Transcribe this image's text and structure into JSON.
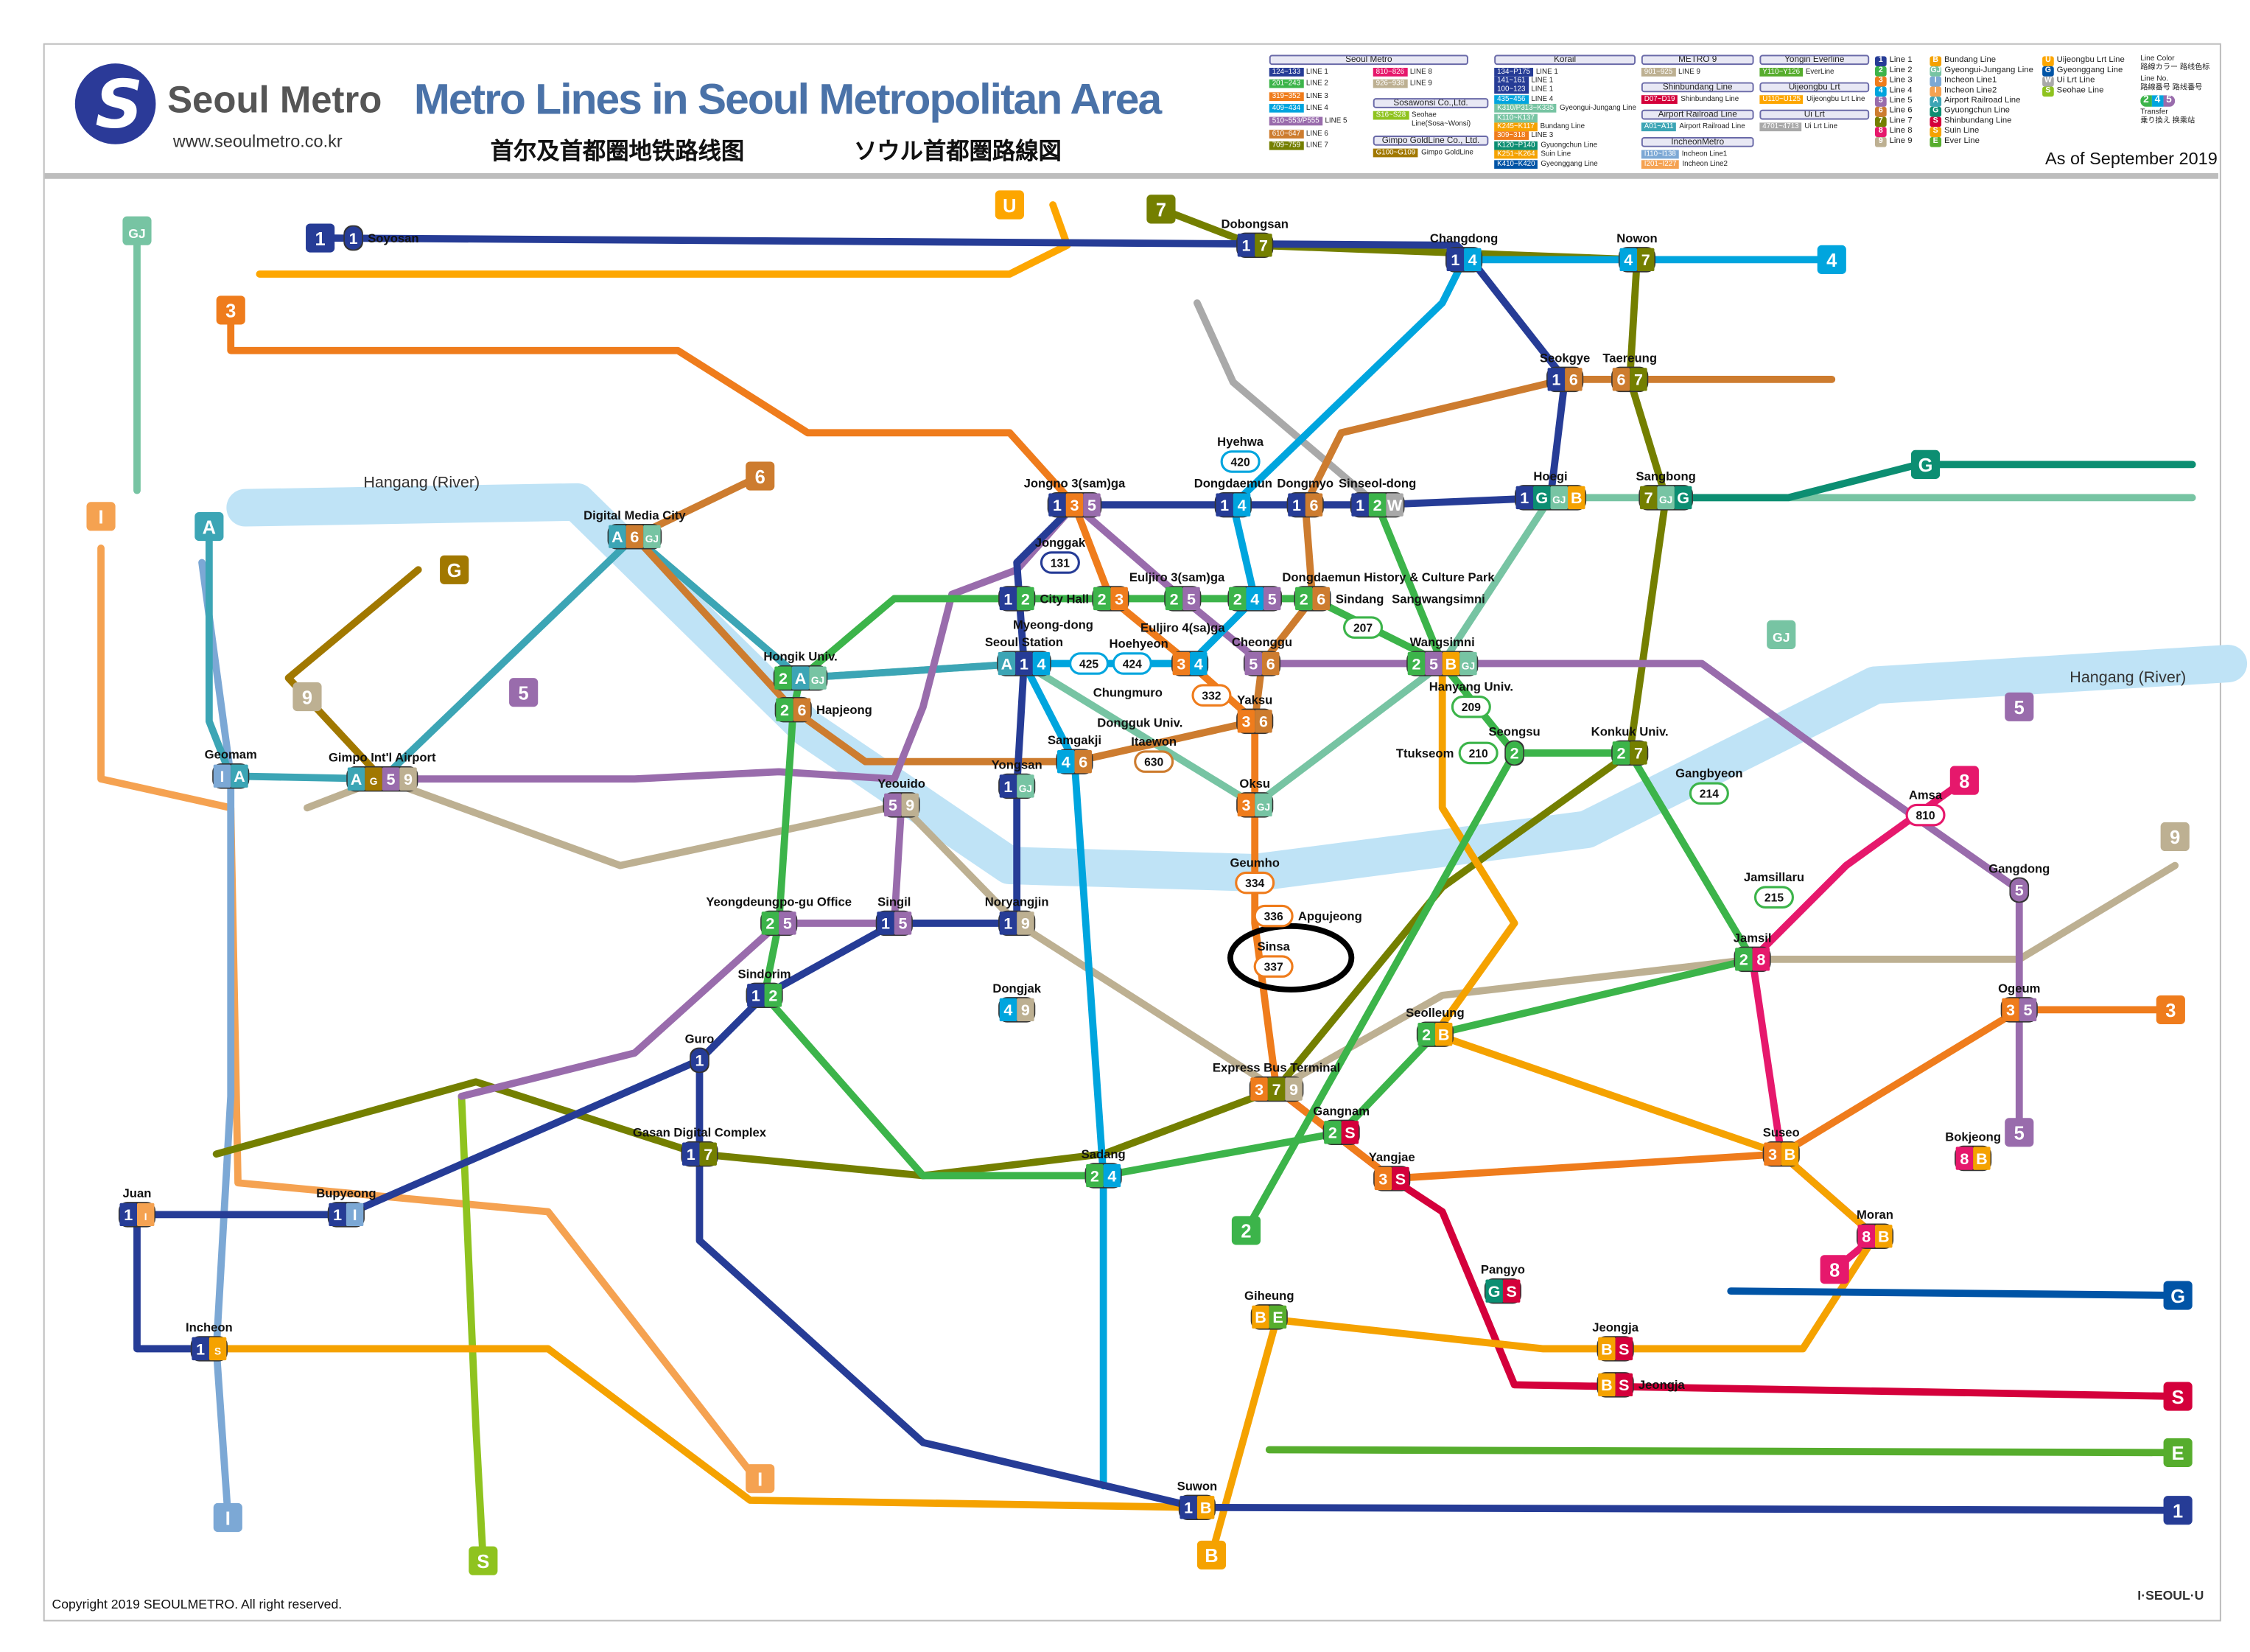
{
  "header": {
    "brand": "Seoul Metro",
    "url": "www.seoulmetro.co.kr",
    "title": "Metro Lines in Seoul Metropolitan Area",
    "subtitle_zh": "首尔及首都圈地铁路线图",
    "subtitle_ja": "ソウル首都圏路線図",
    "as_of": "As of September 2019"
  },
  "footer": {
    "copyright": "Copyright 2019 SEOULMETRO. All right reserved.",
    "slogan": "I·SEOUL·U"
  },
  "colors": {
    "1": "#263c96",
    "2": "#3cb44a",
    "3": "#ef7c1c",
    "4": "#00a5de",
    "5": "#996cac",
    "6": "#cd7c2f",
    "7": "#747f00",
    "8": "#e6186c",
    "9": "#bdb092",
    "A": "#3ca5b5",
    "GJ": "#77c4a3",
    "B": "#f5a200",
    "S": "#d4003b",
    "I": "#7ca8d5",
    "I2": "#f5a251",
    "G": "#0c8e72",
    "K": "#0054a6",
    "U": "#fda600",
    "E": "#56ad2d",
    "W": "#a9a9a9",
    "SH": "#8fc31f",
    "GM": "#a17800",
    "SU": "#f5a200",
    "river": "#bfe3f6"
  },
  "legend": {
    "operators": [
      {
        "name": "Seoul Metro",
        "rows": [
          {
            "range": "124~133",
            "line": "LINE 1",
            "key": "1"
          },
          {
            "range": "201~243",
            "line": "LINE 2",
            "key": "2"
          },
          {
            "range": "319~352",
            "line": "LINE 3",
            "key": "3"
          },
          {
            "range": "409~434",
            "line": "LINE 4",
            "key": "4"
          },
          {
            "range": "510~553/P555",
            "line": "LINE 5",
            "key": "5"
          },
          {
            "range": "610~647",
            "line": "LINE 6",
            "key": "6"
          },
          {
            "range": "709~759",
            "line": "LINE 7",
            "key": "7"
          },
          {
            "range": "810~826",
            "line": "LINE 8",
            "key": "8"
          },
          {
            "range": "926~938",
            "line": "LINE 9",
            "key": "9"
          }
        ]
      },
      {
        "name": "Sosawonsi Co.,Ltd.",
        "rows": [
          {
            "range": "S16~S28",
            "line": "Seohae Line(Sosa~Wonsi)",
            "key": "SH"
          }
        ]
      },
      {
        "name": "Gimpo GoldLine Co., Ltd.",
        "rows": [
          {
            "range": "G100~G109",
            "line": "Gimpo GoldLine",
            "key": "GM"
          }
        ]
      },
      {
        "name": "Korail",
        "rows": [
          {
            "range": "134~P175",
            "line": "LINE 1",
            "key": "1"
          },
          {
            "range": "141~161",
            "line": "LINE 1",
            "key": "1"
          },
          {
            "range": "100~123",
            "line": "LINE 1",
            "key": "1"
          },
          {
            "range": "435~456",
            "line": "LINE 4",
            "key": "4"
          },
          {
            "range": "K310/P313~K335",
            "line": "Gyeongui-Jungang Line",
            "key": "GJ"
          },
          {
            "range": "K110~K137",
            "line": "",
            "key": "GJ"
          },
          {
            "range": "K245~K117",
            "line": "Bundang Line",
            "key": "B"
          },
          {
            "range": "309~318",
            "line": "LINE 3",
            "key": "3"
          },
          {
            "range": "K120~P140",
            "line": "Gyuongchun Line",
            "key": "G"
          },
          {
            "range": "K251~K264",
            "line": "Suin Line",
            "key": "SU"
          },
          {
            "range": "K410~K420",
            "line": "Gyeonggang Line",
            "key": "K"
          }
        ]
      },
      {
        "name": "METRO 9",
        "rows": [
          {
            "range": "901~925",
            "line": "LINE 9",
            "key": "9"
          }
        ]
      },
      {
        "name": "Shinbundang Line",
        "rows": [
          {
            "range": "D07~D19",
            "line": "Shinbundang Line",
            "key": "S"
          }
        ]
      },
      {
        "name": "Airport Railroad Line",
        "rows": [
          {
            "range": "A01~A11",
            "line": "Airport Railroad Line",
            "key": "A"
          }
        ]
      },
      {
        "name": "IncheonMetro",
        "rows": [
          {
            "range": "I110~I138",
            "line": "Incheon Line1",
            "key": "I"
          },
          {
            "range": "I201~I227",
            "line": "Incheon Line2",
            "key": "I2"
          }
        ]
      },
      {
        "name": "Yongin Everline",
        "rows": [
          {
            "range": "Y110~Y126",
            "line": "EverLine",
            "key": "E"
          }
        ]
      },
      {
        "name": "Uijeongbu Lrt",
        "rows": [
          {
            "range": "U110~U125",
            "line": "Uijeongbu Lrt Line",
            "key": "U"
          }
        ]
      },
      {
        "name": "Ui Lrt",
        "rows": [
          {
            "range": "4701~4713",
            "line": "Ui Lrt Line",
            "key": "W"
          }
        ]
      }
    ],
    "symbols": [
      {
        "sym": "1",
        "label": "Line 1",
        "key": "1"
      },
      {
        "sym": "2",
        "label": "Line 2",
        "key": "2"
      },
      {
        "sym": "3",
        "label": "Line 3",
        "key": "3"
      },
      {
        "sym": "4",
        "label": "Line 4",
        "key": "4"
      },
      {
        "sym": "5",
        "label": "Line 5",
        "key": "5"
      },
      {
        "sym": "6",
        "label": "Line 6",
        "key": "6"
      },
      {
        "sym": "7",
        "label": "Line 7",
        "key": "7"
      },
      {
        "sym": "8",
        "label": "Line 8",
        "key": "8"
      },
      {
        "sym": "9",
        "label": "Line 9",
        "key": "9"
      },
      {
        "sym": "B",
        "label": "Bundang Line",
        "key": "B"
      },
      {
        "sym": "GJ",
        "label": "Gyeongui-Jungang Line",
        "key": "GJ"
      },
      {
        "sym": "I",
        "label": "Incheon Line1",
        "key": "I"
      },
      {
        "sym": "I",
        "label": "Incheon Line2",
        "key": "I2"
      },
      {
        "sym": "A",
        "label": "Airport Railroad Line",
        "key": "A"
      },
      {
        "sym": "G",
        "label": "Gyuongchun Line",
        "key": "G"
      },
      {
        "sym": "S",
        "label": "Shinbundang Line",
        "key": "S"
      },
      {
        "sym": "S",
        "label": "Suin Line",
        "key": "SU"
      },
      {
        "sym": "E",
        "label": "Ever Line",
        "key": "E"
      },
      {
        "sym": "U",
        "label": "Uijeongbu Lrt Line",
        "key": "U"
      },
      {
        "sym": "G",
        "label": "Gyeonggang Line",
        "key": "K"
      },
      {
        "sym": "W",
        "label": "Ui Lrt Line",
        "key": "W"
      },
      {
        "sym": "S",
        "label": "Seohae Line",
        "key": "SH"
      }
    ],
    "key": {
      "line_color": "Line Color",
      "line_color_sub": "路線カラー 路线色标",
      "line_no": "Line No.",
      "line_no_sub": "路線番号 路线番号",
      "transfer": "Transfer",
      "transfer_sub": "乗り換え 换乘站",
      "sample": [
        "2",
        "4",
        "5"
      ]
    }
  },
  "river_label": "Hangang (River)",
  "terminals": [
    {
      "label": "1",
      "key": "1"
    },
    {
      "label": "U",
      "key": "U"
    },
    {
      "label": "7",
      "key": "7"
    },
    {
      "label": "4",
      "key": "4"
    },
    {
      "label": "GJ",
      "key": "GJ"
    },
    {
      "label": "3",
      "key": "3"
    },
    {
      "label": "6",
      "key": "6"
    },
    {
      "label": "I",
      "key": "I2"
    },
    {
      "label": "A",
      "key": "A"
    },
    {
      "label": "G",
      "key": "GM"
    },
    {
      "label": "9",
      "key": "9"
    },
    {
      "label": "5",
      "key": "5"
    },
    {
      "label": "8",
      "key": "8"
    },
    {
      "label": "5",
      "key": "5"
    },
    {
      "label": "9",
      "key": "9"
    },
    {
      "label": "3",
      "key": "3"
    },
    {
      "label": "5",
      "key": "5"
    },
    {
      "label": "8",
      "key": "8"
    },
    {
      "label": "G",
      "key": "K"
    },
    {
      "label": "S",
      "key": "S"
    },
    {
      "label": "E",
      "key": "E"
    },
    {
      "label": "1",
      "key": "1"
    },
    {
      "label": "B",
      "key": "B"
    },
    {
      "label": "S",
      "key": "SH"
    },
    {
      "label": "I",
      "key": "I"
    },
    {
      "label": "I",
      "key": "I2"
    },
    {
      "label": "2",
      "key": "2"
    },
    {
      "label": "G",
      "key": "G"
    },
    {
      "label": "GJ",
      "key": "GJ"
    }
  ],
  "stations": [
    {
      "name": "Jongno 3(sam)ga",
      "lines": [
        "1",
        "3",
        "5"
      ]
    },
    {
      "name": "Dongdaemun",
      "lines": [
        "1",
        "4"
      ]
    },
    {
      "name": "Dongmyo",
      "lines": [
        "1",
        "6"
      ]
    },
    {
      "name": "Sinseol-dong",
      "lines": [
        "1",
        "2",
        "W"
      ]
    },
    {
      "name": "City Hall",
      "lines": [
        "1",
        "2"
      ]
    },
    {
      "name": "Euljiro 3(sam)ga",
      "lines": [
        "2",
        "3"
      ]
    },
    {
      "name": "Euljiro 4(sa)ga",
      "lines": [
        "2",
        "5"
      ]
    },
    {
      "name": "Dongdaemun History & Culture Park",
      "lines": [
        "2",
        "4",
        "5"
      ]
    },
    {
      "name": "Sindang",
      "lines": [
        "2",
        "6"
      ]
    },
    {
      "name": "Seoul Station",
      "lines": [
        "A",
        "1",
        "4"
      ]
    },
    {
      "name": "Chungmuro",
      "lines": [
        "3",
        "4"
      ]
    },
    {
      "name": "Cheonggu",
      "lines": [
        "5",
        "6"
      ]
    },
    {
      "name": "Wangsimni",
      "lines": [
        "2",
        "5",
        "B",
        "GJ"
      ]
    },
    {
      "name": "Yaksu",
      "lines": [
        "3",
        "6"
      ]
    },
    {
      "name": "Samgakji",
      "lines": [
        "4",
        "6"
      ]
    },
    {
      "name": "Hapjeong",
      "lines": [
        "2",
        "6"
      ]
    },
    {
      "name": "Hongik Univ.",
      "lines": [
        "2",
        "A",
        "GJ"
      ]
    },
    {
      "name": "Yeouido",
      "lines": [
        "5",
        "9"
      ]
    },
    {
      "name": "Singil",
      "lines": [
        "1",
        "5"
      ]
    },
    {
      "name": "Noryangjin",
      "lines": [
        "1",
        "9"
      ]
    },
    {
      "name": "Yeongdeungpo-gu Office",
      "lines": [
        "2",
        "5"
      ]
    },
    {
      "name": "Sindorim",
      "lines": [
        "1",
        "2"
      ]
    },
    {
      "name": "Express Bus Terminal",
      "lines": [
        "3",
        "7",
        "9"
      ]
    },
    {
      "name": "Gangnam",
      "lines": [
        "2",
        "S"
      ]
    },
    {
      "name": "Yangjae",
      "lines": [
        "3",
        "S"
      ]
    },
    {
      "name": "Jamsil",
      "lines": [
        "2",
        "8"
      ]
    },
    {
      "name": "Konkuk Univ.",
      "lines": [
        "2",
        "7"
      ]
    },
    {
      "name": "Dobongsan",
      "lines": [
        "1",
        "7"
      ]
    },
    {
      "name": "Changdong",
      "lines": [
        "1",
        "4"
      ]
    },
    {
      "name": "Nowon",
      "lines": [
        "4",
        "7"
      ]
    },
    {
      "name": "Taereung",
      "lines": [
        "6",
        "7"
      ]
    },
    {
      "name": "Seokgye",
      "lines": [
        "1",
        "6"
      ]
    },
    {
      "name": "Hoegi",
      "lines": [
        "1",
        "G",
        "GJ",
        "B"
      ]
    },
    {
      "name": "Sangbong",
      "lines": [
        "7",
        "GJ",
        "G"
      ]
    },
    {
      "name": "Gimpo Int'l Airport",
      "lines": [
        "A",
        "GM",
        "5",
        "9"
      ]
    },
    {
      "name": "Geomam",
      "lines": [
        "I",
        "A"
      ]
    },
    {
      "name": "Incheon",
      "lines": [
        "1",
        "SU"
      ]
    },
    {
      "name": "Bupyeong",
      "lines": [
        "1",
        "I"
      ]
    },
    {
      "name": "Gasan Digital Complex",
      "lines": [
        "1",
        "7"
      ]
    },
    {
      "name": "Sadang",
      "lines": [
        "2",
        "4"
      ]
    },
    {
      "name": "Seolleung",
      "lines": [
        "2",
        "B"
      ]
    },
    {
      "name": "Suseo",
      "lines": [
        "3",
        "B"
      ]
    },
    {
      "name": "Moran",
      "lines": [
        "8",
        "B"
      ]
    },
    {
      "name": "Digital Media City",
      "lines": [
        "A",
        "6",
        "GJ"
      ]
    },
    {
      "name": "Oksu",
      "lines": [
        "3",
        "GJ"
      ]
    },
    {
      "name": "Gangdong",
      "lines": [
        "5"
      ]
    },
    {
      "name": "Ogeum",
      "lines": [
        "3",
        "5"
      ]
    },
    {
      "name": "Suwon",
      "lines": [
        "1",
        "B"
      ]
    },
    {
      "name": "Soyosan",
      "lines": [
        "1"
      ]
    },
    {
      "name": "Guro",
      "lines": [
        "1"
      ]
    },
    {
      "name": "Juan",
      "lines": [
        "1",
        "I2"
      ]
    },
    {
      "name": "Sinsa",
      "lines": [
        "3"
      ],
      "code": "337"
    },
    {
      "name": "Jeongja",
      "lines": [
        "B",
        "S"
      ]
    },
    {
      "name": "Seongsu",
      "lines": [
        "2"
      ]
    },
    {
      "name": "Geumho",
      "lines": [
        "3"
      ],
      "code": "334"
    },
    {
      "name": "Hyehwa",
      "lines": [
        "4"
      ],
      "code": "420"
    },
    {
      "name": "Jonggak",
      "lines": [
        "1"
      ],
      "code": "131"
    },
    {
      "name": "Myeong-dong",
      "lines": [
        "4"
      ],
      "code": "424"
    },
    {
      "name": "Hoehyeon",
      "lines": [
        "4"
      ],
      "code": "425"
    },
    {
      "name": "Dongguk Univ.",
      "lines": [
        "3"
      ],
      "code": "332"
    },
    {
      "name": "Itaewon",
      "lines": [
        "6"
      ],
      "code": "630"
    },
    {
      "name": "Apgujeong",
      "lines": [
        "3"
      ],
      "code": "336"
    },
    {
      "name": "Jamsillaru",
      "lines": [
        "2"
      ],
      "code": "215"
    },
    {
      "name": "Sangwangsimni",
      "lines": [
        "2"
      ],
      "code": "207"
    },
    {
      "name": "Hanyang Univ.",
      "lines": [
        "2"
      ],
      "code": "209"
    },
    {
      "name": "Ttukseom",
      "lines": [
        "2"
      ],
      "code": "210"
    },
    {
      "name": "Dongjak",
      "lines": [
        "4",
        "9"
      ]
    },
    {
      "name": "Yongsan",
      "lines": [
        "1",
        "GJ"
      ]
    },
    {
      "name": "Gangbyeon",
      "lines": [
        "2"
      ],
      "code": "214"
    },
    {
      "name": "Amsa",
      "lines": [
        "8"
      ],
      "code": "810"
    },
    {
      "name": "Bokjeong",
      "lines": [
        "8",
        "B"
      ]
    },
    {
      "name": "Pangyo",
      "lines": [
        "G",
        "S"
      ]
    },
    {
      "name": "Jeongja",
      "lines": [
        "B",
        "S"
      ]
    },
    {
      "name": "Giheung",
      "lines": [
        "B",
        "E"
      ]
    }
  ]
}
